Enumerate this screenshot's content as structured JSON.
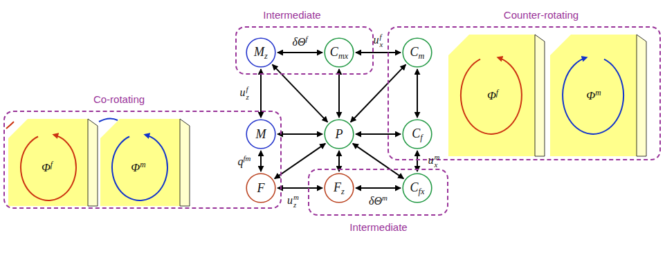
{
  "diagram": {
    "nodes": [
      {
        "text": [
          "Intermediate"
        ]
      },
      {
        "text": [
          "Mz"
        ],
        "in": 0
      },
      {
        "text": [
          "Cmx"
        ],
        "in": 0
      },
      {
        "text": [
          "Counter-rotating"
        ]
      },
      {
        "text": [
          "Cm"
        ],
        "in": 3
      },
      {
        "text": [
          "Cf"
        ],
        "in": 3
      },
      {
        "text": [
          "Co-rotating"
        ]
      },
      {
        "text": [
          "M"
        ],
        "in": 6
      },
      {
        "text": [
          "F"
        ],
        "in": 6
      },
      {
        "text": [
          "P"
        ]
      },
      {
        "text": [
          "Intermediate"
        ]
      },
      {
        "text": [
          "Fz"
        ],
        "in": 10
      },
      {
        "text": [
          "Cfx"
        ],
        "in": 10
      }
    ],
    "edges": [
      {
        "from": 1,
        "to": 2,
        "arrow": "both",
        "label": "δΘf"
      },
      {
        "from": 2,
        "to": 4,
        "arrow": "both",
        "label": "uxf"
      },
      {
        "from": 1,
        "to": 7,
        "arrow": "both",
        "label": "uzf"
      },
      {
        "from": 4,
        "to": 5,
        "arrow": "both"
      },
      {
        "from": 5,
        "to": 12,
        "arrow": "both",
        "label": "uxm"
      },
      {
        "from": 7,
        "to": 8,
        "arrow": "both",
        "label": "qfm"
      },
      {
        "from": 8,
        "to": 11,
        "arrow": "both",
        "label": "uzm"
      },
      {
        "from": 11,
        "to": 12,
        "arrow": "both",
        "label": "δΘm"
      },
      {
        "from": 9,
        "to": 1,
        "arrow": "both"
      },
      {
        "from": 9,
        "to": 2,
        "arrow": "both"
      },
      {
        "from": 9,
        "to": 4,
        "arrow": "both"
      },
      {
        "from": 9,
        "to": 7,
        "arrow": "both"
      },
      {
        "from": 9,
        "to": 5,
        "arrow": "both"
      },
      {
        "from": 9,
        "to": 8,
        "arrow": "both"
      },
      {
        "from": 9,
        "to": 11,
        "arrow": "both"
      },
      {
        "from": 9,
        "to": 12,
        "arrow": "both"
      }
    ],
    "labels": [
      "Φf",
      "Φm",
      "Φf",
      "Φm"
    ]
  }
}
